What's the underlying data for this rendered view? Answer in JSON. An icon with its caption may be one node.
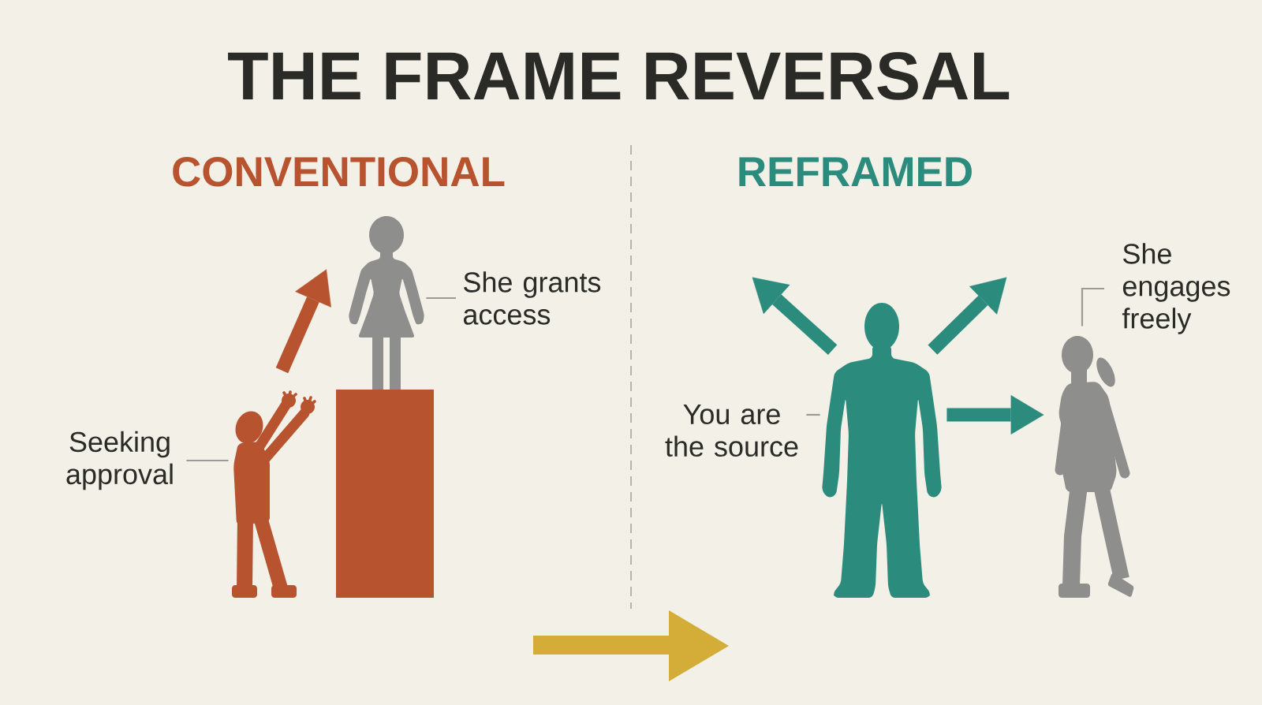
{
  "diagram": {
    "title": "THE FRAME REVERSAL",
    "nodes": [
      {
        "text": [
          "She grants access"
        ]
      },
      {
        "text": [],
        "shape": "person"
      },
      {
        "text": [],
        "shape": "box"
      },
      {
        "text": [
          "Seeking approval"
        ]
      },
      {
        "text": [],
        "shape": "person"
      },
      {
        "text": [
          "You are the source"
        ]
      },
      {
        "text": [],
        "shape": "person"
      },
      {
        "text": [
          "She engages freely"
        ]
      },
      {
        "text": [],
        "shape": "person"
      }
    ],
    "edges": [
      {
        "from": 0,
        "to": 1,
        "arrow": "none"
      },
      {
        "from": 3,
        "to": 4,
        "arrow": "none"
      },
      {
        "from": 4,
        "to": 1,
        "arrow": "to",
        "style": "thick",
        "color": "#b8532f"
      },
      {
        "from": 5,
        "to": 6,
        "arrow": "none"
      },
      {
        "from": 7,
        "to": 8,
        "arrow": "none"
      },
      {
        "from": 6,
        "to": null,
        "arrow": "to",
        "style": "thick",
        "color": "#2b8b7d"
      },
      {
        "from": 6,
        "to": null,
        "arrow": "to",
        "style": "thick",
        "color": "#2b8b7d"
      },
      {
        "from": 6,
        "to": 8,
        "arrow": "to",
        "style": "thick",
        "color": "#2b8b7d"
      }
    ],
    "labels": [
      "CONVENTIONAL",
      "REFRAMED"
    ]
  }
}
